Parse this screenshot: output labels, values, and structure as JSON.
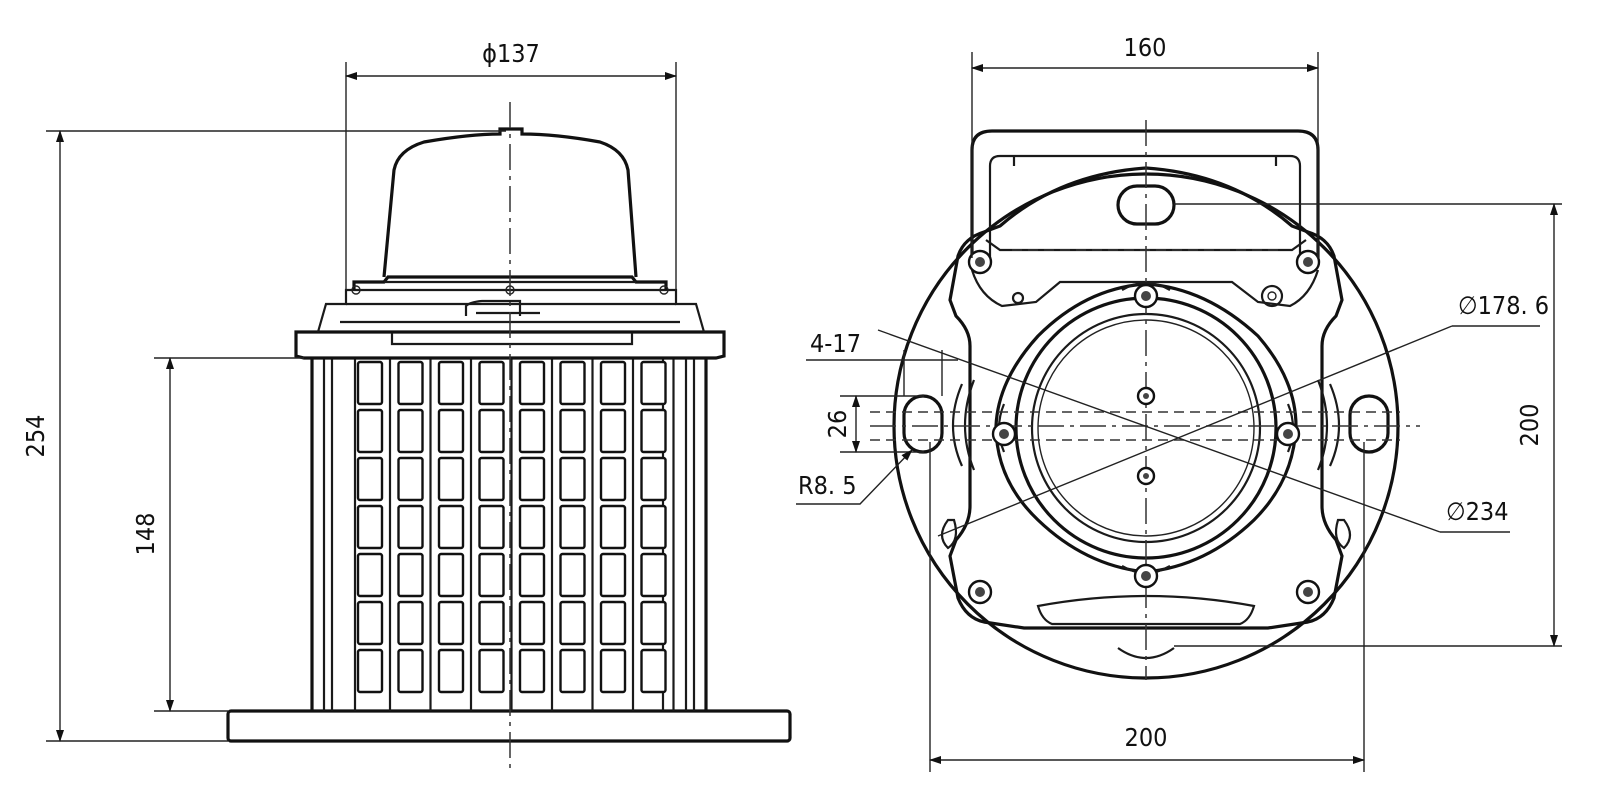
{
  "dimensions": {
    "front_diameter": "ϕ137",
    "front_height_total": "254",
    "front_height_body": "148",
    "top_width_handle": "160",
    "top_width_base": "200",
    "top_height": "200",
    "bolt_holes": "4-17",
    "slot_width": "26",
    "slot_radius": "R8. 5",
    "inner_diameter": "∅178. 6",
    "outer_diameter": "∅234"
  },
  "colors": {
    "line": "#111111",
    "background": "#ffffff"
  }
}
